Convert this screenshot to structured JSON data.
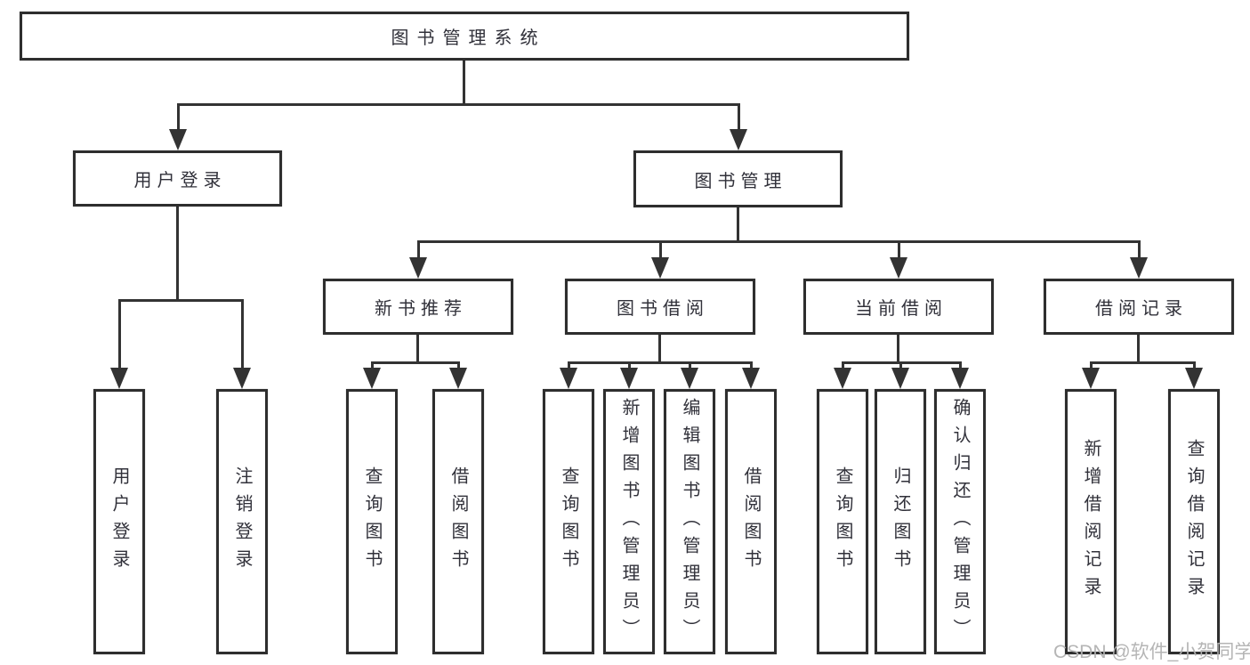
{
  "tree": {
    "label": "图书管理系统",
    "children": [
      {
        "label": "用户登录",
        "children": [
          {
            "label": "用户登录"
          },
          {
            "label": "注销登录"
          }
        ]
      },
      {
        "label": "图书管理",
        "children": [
          {
            "label": "新书推荐",
            "children": [
              {
                "label": "查询图书"
              },
              {
                "label": "借阅图书"
              }
            ]
          },
          {
            "label": "图书借阅",
            "children": [
              {
                "label": "查询图书"
              },
              {
                "label": "新增图书（管理员）"
              },
              {
                "label": "编辑图书（管理员）"
              },
              {
                "label": "借阅图书"
              }
            ]
          },
          {
            "label": "当前借阅",
            "children": [
              {
                "label": "查询图书"
              },
              {
                "label": "归还图书"
              },
              {
                "label": "确认归还（管理员）"
              }
            ]
          },
          {
            "label": "借阅记录",
            "children": [
              {
                "label": "新增借阅记录"
              },
              {
                "label": "查询借阅记录"
              }
            ]
          }
        ]
      }
    ]
  },
  "watermark": {
    "text": "CSDN @软件_小贺同学"
  },
  "colors": {
    "line": "#333333",
    "box_border": "#2e2e2e",
    "text": "#31313a",
    "watermark": "#b2b2b2",
    "background": "#ffffff"
  }
}
